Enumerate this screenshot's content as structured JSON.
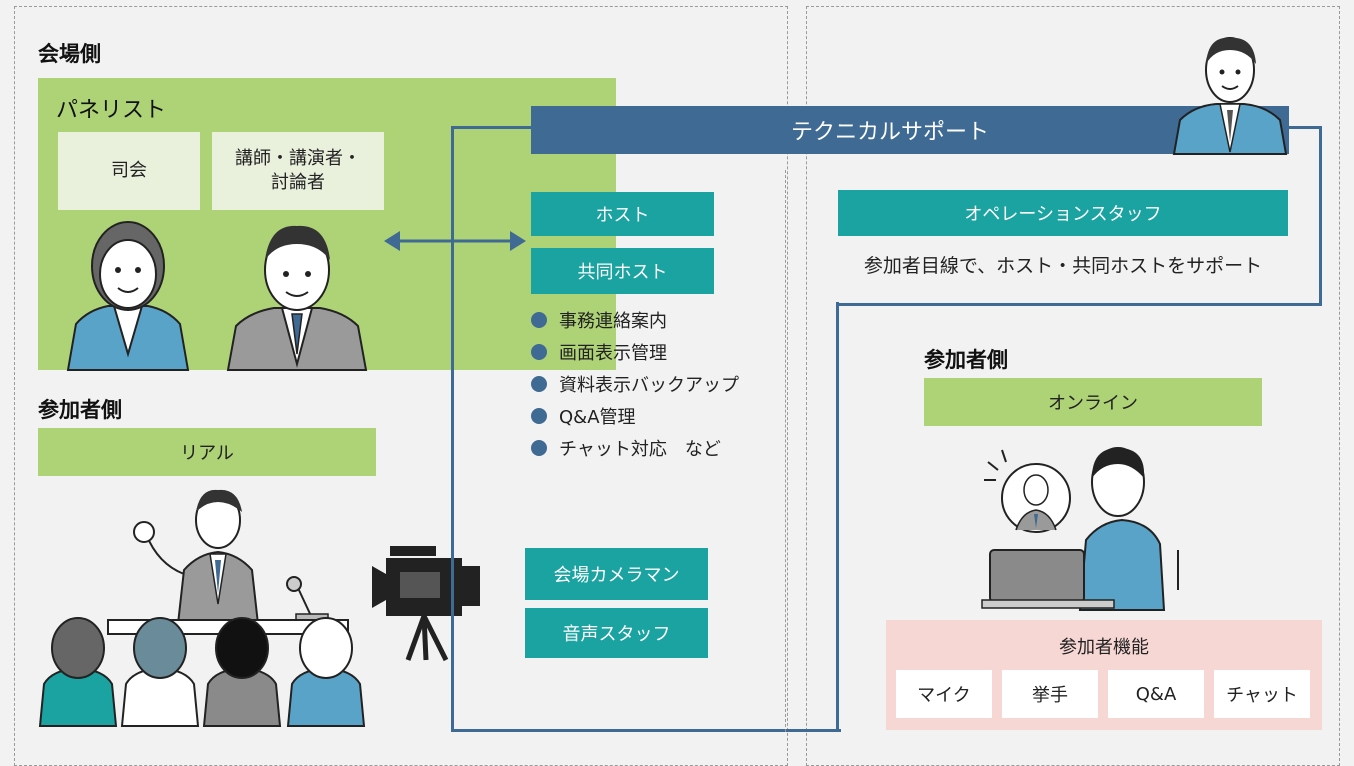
{
  "venue": {
    "heading": "会場側",
    "panelists": {
      "title": "パネリスト",
      "roles": [
        "司会",
        "講師・講演者・\n討論者"
      ]
    },
    "participants_heading": "参加者側",
    "real_label": "リアル"
  },
  "tech_support": {
    "title": "テクニカルサポート",
    "host": "ホスト",
    "cohost": "共同ホスト",
    "tasks": [
      "事務連絡案内",
      "画面表示管理",
      "資料表示バックアップ",
      "Q&A管理",
      "チャット対応　など"
    ],
    "camera_staff": "会場カメラマン",
    "audio_staff": "音声スタッフ",
    "operation_staff": "オペレーションスタッフ",
    "operation_desc": "参加者目線で、ホスト・共同ホストをサポート"
  },
  "online": {
    "heading": "参加者側",
    "online_label": "オンライン",
    "features_title": "参加者機能",
    "features": [
      "マイク",
      "挙手",
      "Q&A",
      "チャット"
    ]
  },
  "colors": {
    "green": "#aed276",
    "light_green": "#e9f1dd",
    "teal": "#1aa3a1",
    "navy": "#3e6a93",
    "pink": "#f7d7d4"
  }
}
